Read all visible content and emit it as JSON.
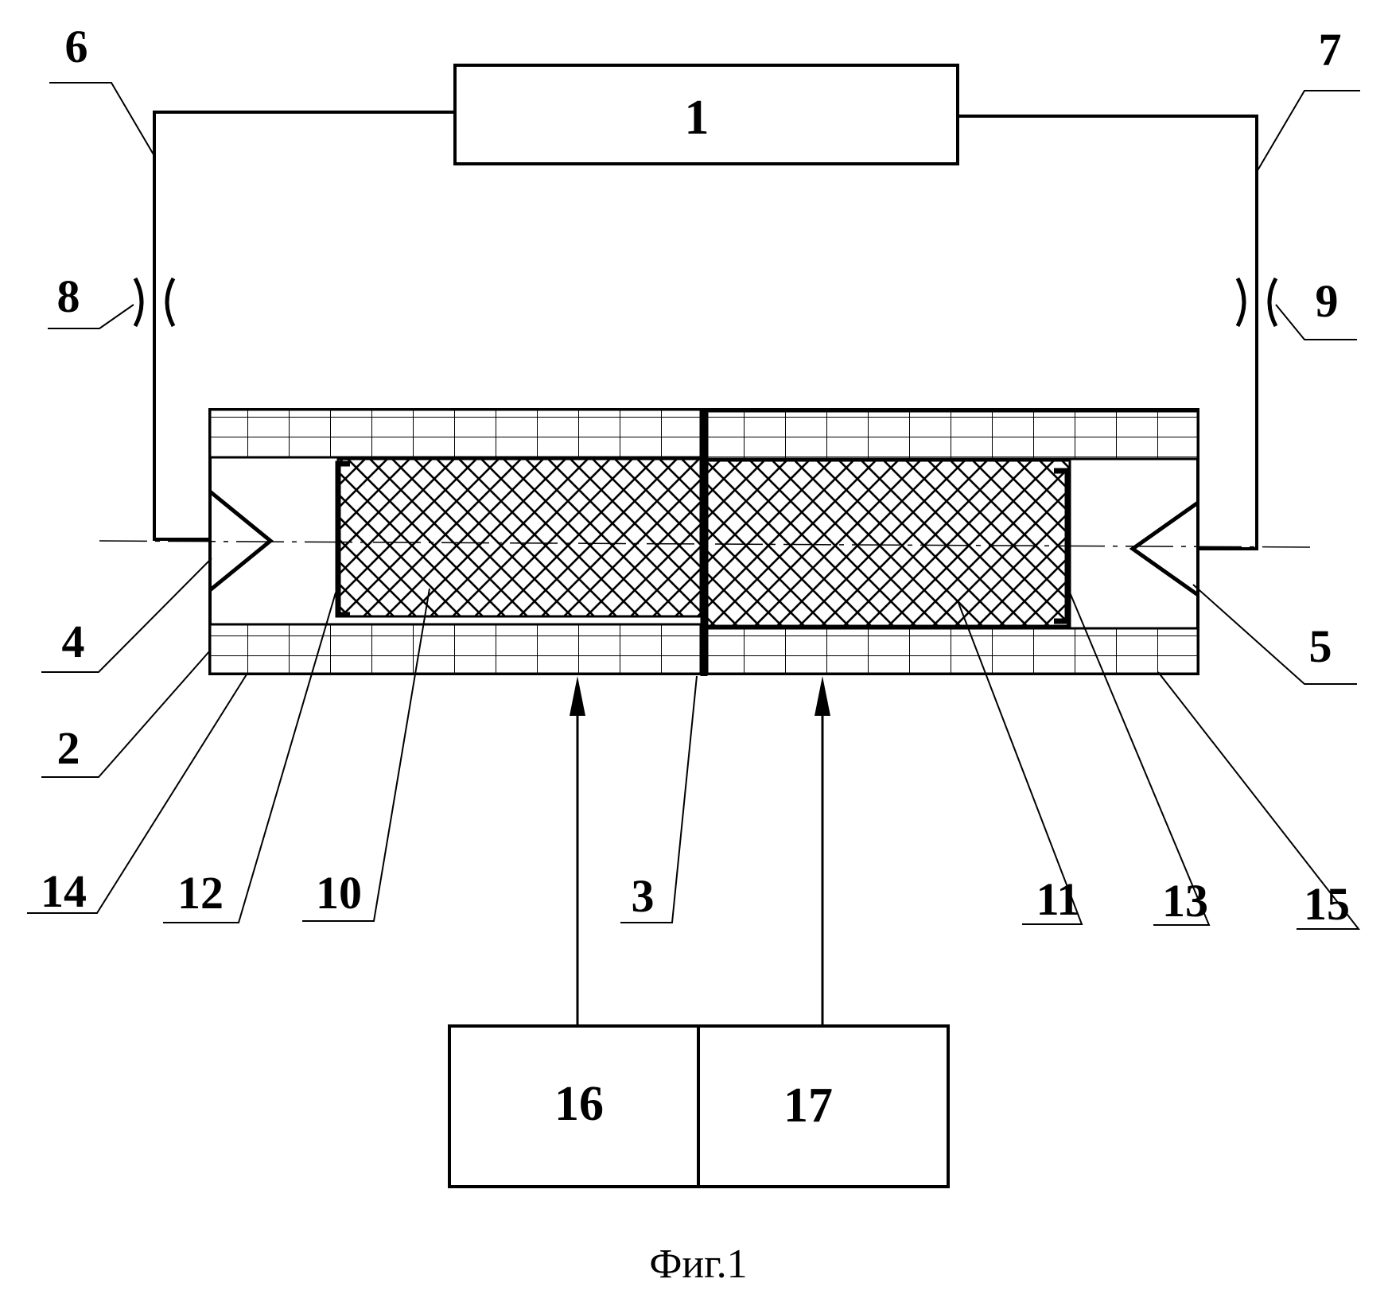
{
  "labels": {
    "l1": "1",
    "l2": "2",
    "l3": "3",
    "l4": "4",
    "l5": "5",
    "l6": "6",
    "l7": "7",
    "l8": "8",
    "l9": "9",
    "l10": "10",
    "l11": "11",
    "l12": "12",
    "l13": "13",
    "l14": "14",
    "l15": "15",
    "l16": "16",
    "l17": "17"
  },
  "caption": "Фиг.1"
}
